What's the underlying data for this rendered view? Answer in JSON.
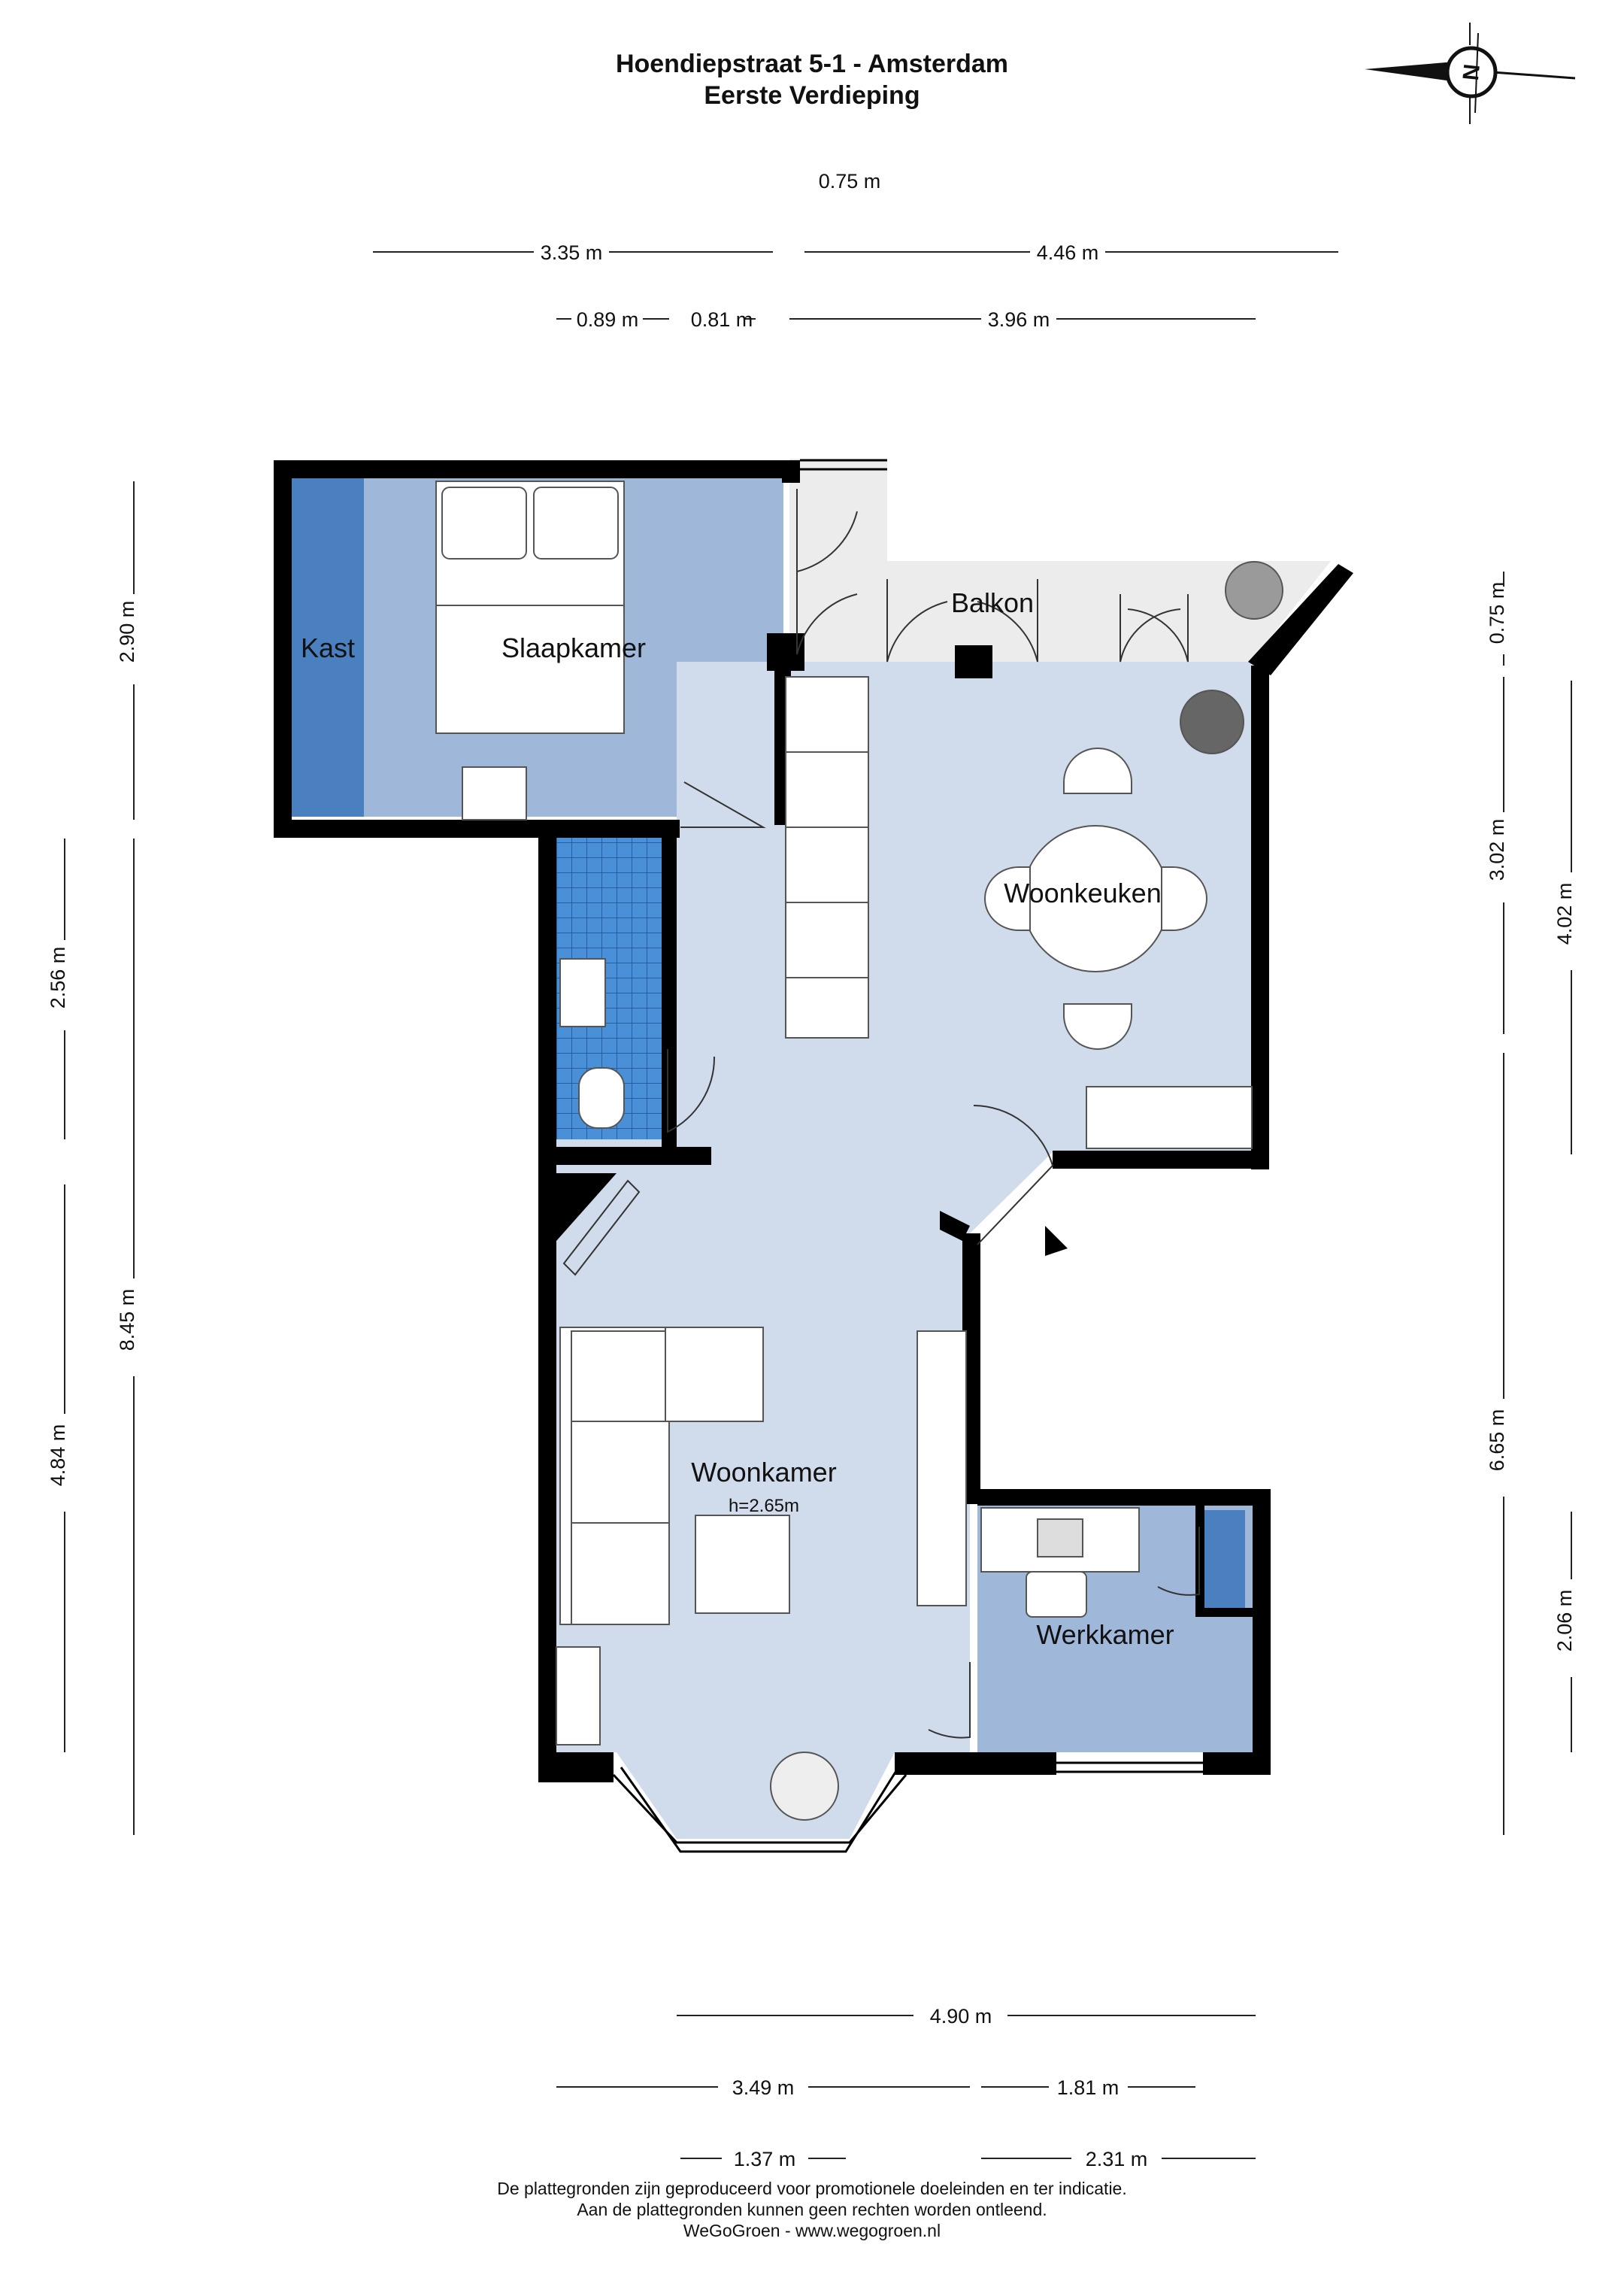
{
  "header": {
    "title_line1": "Hoendiepstraat 5-1 - Amsterdam",
    "title_line2": "Eerste Verdieping"
  },
  "compass": {
    "label": "N",
    "icon": "compass-north-icon"
  },
  "rooms": {
    "kast": "Kast",
    "slaapkamer": "Slaapkamer",
    "balkon": "Balkon",
    "woonkeuken": "Woonkeuken",
    "woonkamer": "Woonkamer",
    "woonkamer_height": "h=2.65m",
    "werkkamer": "Werkkamer"
  },
  "dimensions": {
    "top_balcony": "0.75 m",
    "top_left": "3.35 m",
    "top_right": "4.46 m",
    "top2_a": "0.89 m",
    "top2_b": "0.81 m",
    "top2_c": "3.96 m",
    "left_a": "2.90 m",
    "left_b": "8.45 m",
    "left2_a": "2.56 m",
    "left2_b": "4.84 m",
    "right_a": "0.75 m",
    "right_b": "3.02 m",
    "right_c": "6.65 m",
    "right2_a": "4.02 m",
    "right2_b": "2.06 m",
    "bottom_a": "4.90 m",
    "bottom_b1": "3.49 m",
    "bottom_b2": "1.81 m",
    "bottom_c1": "1.37 m",
    "bottom_c2": "2.31 m"
  },
  "footer": {
    "line1": "De plattegronden zijn geproduceerd voor promotionele doeleinden en ter indicatie.",
    "line2": "Aan de plattegronden kunnen geen rechten worden ontleend.",
    "line3": "WeGoGroen -  www.wegogroen.nl"
  },
  "colors": {
    "wall": "#000000",
    "bedroom": "#9fb7d9",
    "kast": "#4a80c0",
    "living": "#d0dbeb",
    "bathroom_tile": "#4a90d9",
    "balcony": "#ececec",
    "study": "#9fb7d9",
    "furniture": "#ffffff"
  }
}
